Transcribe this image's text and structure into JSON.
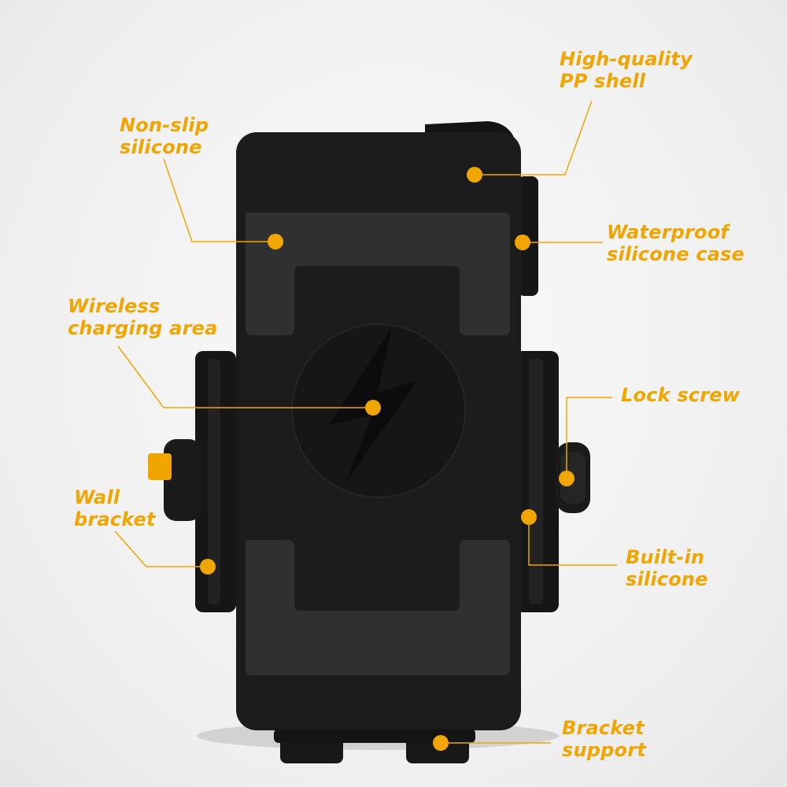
{
  "colors": {
    "accent": "#f0a500",
    "device_body": "#1a1a1a",
    "device_panel": "#2f2f2f",
    "device_center": "#121212",
    "background": "#f2f2f2"
  },
  "labels": {
    "pp_shell": "High-quality\nPP shell",
    "non_slip": "Non-slip\nsilicone",
    "waterproof_case": "Waterproof\nsilicone case",
    "wireless_area": "Wireless\ncharging area",
    "lock_screw": "Lock screw",
    "wall_bracket": "Wall\nbracket",
    "built_in_silicone": "Built-in\nsilicone",
    "bracket_support": "Bracket\nsupport"
  },
  "icons": {
    "charging": "lightning-bolt-icon",
    "callout_marker": "dot-marker-icon"
  }
}
